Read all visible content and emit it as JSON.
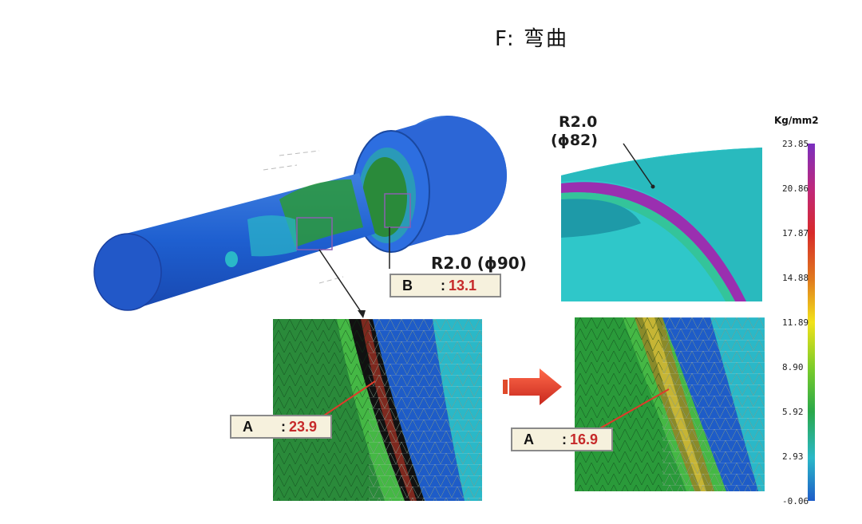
{
  "page_title": "F: 弯曲",
  "annotations": {
    "r20_top": "R2.0",
    "d82": "(ϕ82)",
    "r20_shaft": "R2.0 (ϕ90)"
  },
  "labels": {
    "b": {
      "letter": "B",
      "colon": ":",
      "value": "13.1"
    },
    "a_left": {
      "letter": "A",
      "colon": ":",
      "value": "23.9"
    },
    "a_right": {
      "letter": "A",
      "colon": ":",
      "value": "16.9"
    }
  },
  "legend": {
    "unit": "Kg/mm2",
    "ticks": [
      "23.85",
      "20.86",
      "17.87",
      "14.88",
      "11.89",
      "8.90",
      "5.92",
      "2.93",
      "-0.06"
    ],
    "colors": [
      "#7a2fbf",
      "#c0287a",
      "#d82a2a",
      "#e07a1e",
      "#f2e21a",
      "#7acc2a",
      "#2aa84a",
      "#2ab8c8",
      "#1e5cc8"
    ]
  }
}
